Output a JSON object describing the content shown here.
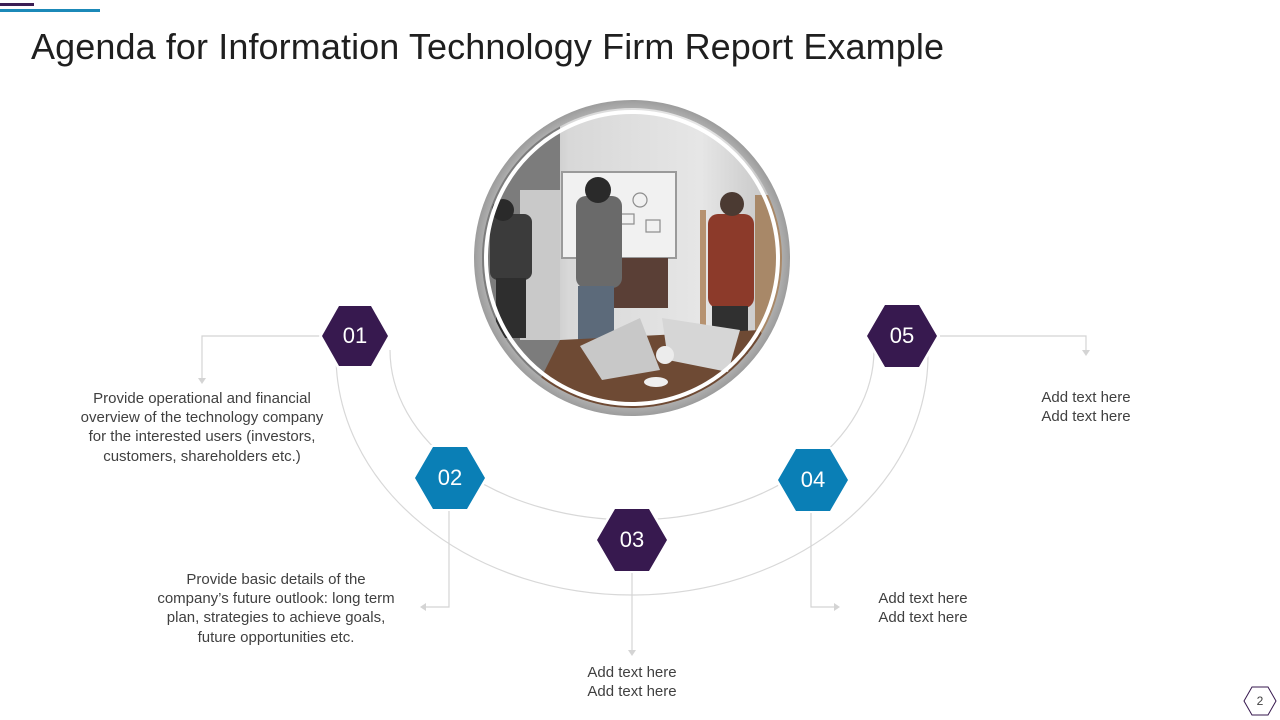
{
  "slide": {
    "title": "Agenda for Information Technology Firm Report Example",
    "page_number": "2"
  },
  "colors": {
    "purple": "#37194f",
    "blue": "#0a7fb6",
    "accent_dark": "#3b1e54",
    "accent_light": "#1b89b8",
    "connector": "#d6d6d6"
  },
  "photo": {
    "description_icon": "office-meeting-photo"
  },
  "agenda": [
    {
      "number": "01",
      "color": "purple",
      "lines": [
        "Provide operational and financial",
        "overview of the technology company",
        "for the interested users (investors,",
        "customers, shareholders etc.)"
      ]
    },
    {
      "number": "02",
      "color": "blue",
      "lines": [
        "Provide basic details of the",
        "company’s future  outlook: long term",
        "plan, strategies to achieve goals,",
        "future opportunities etc."
      ]
    },
    {
      "number": "03",
      "color": "purple",
      "lines": [
        "Add text here",
        "Add text here"
      ]
    },
    {
      "number": "04",
      "color": "blue",
      "lines": [
        "Add text here",
        "Add text here"
      ]
    },
    {
      "number": "05",
      "color": "purple",
      "lines": [
        "Add text here",
        "Add text here"
      ]
    }
  ]
}
